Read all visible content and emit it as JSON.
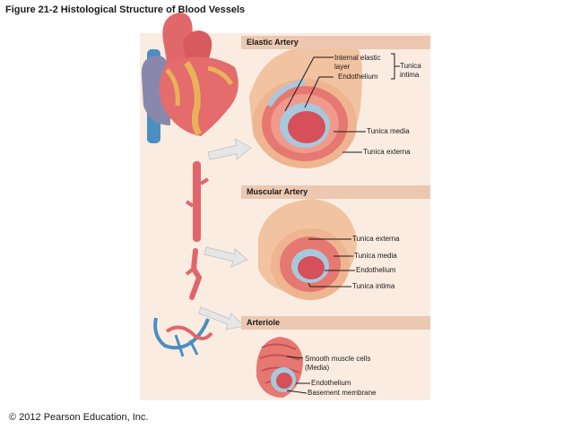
{
  "figure_title": "Figure 21-2  Histological Structure of Blood Vessels",
  "copyright": "© 2012 Pearson Education, Inc.",
  "sections": {
    "elastic_artery": {
      "title": "Elastic Artery",
      "labels": {
        "internal_elastic_layer": "Internal elastic layer",
        "endothelium": "Endothelium",
        "tunica_intima": "Tunica intima",
        "tunica_media": "Tunica media",
        "tunica_externa": "Tunica externa"
      }
    },
    "muscular_artery": {
      "title": "Muscular Artery",
      "labels": {
        "tunica_externa": "Tunica externa",
        "tunica_media": "Tunica media",
        "endothelium": "Endothelium",
        "tunica_intima": "Tunica intima"
      }
    },
    "arteriole": {
      "title": "Arteriole",
      "labels": {
        "smooth_muscle_cells": "Smooth muscle cells (Media)",
        "endothelium": "Endothelium",
        "basement_membrane": "Basement membrane"
      }
    }
  },
  "colors": {
    "panel": "#fbece2",
    "header": "#ecc8b0",
    "vessel_red": "#e0666a",
    "externa": "#f3c49a",
    "endothelium_blue": "#a8c8de"
  }
}
